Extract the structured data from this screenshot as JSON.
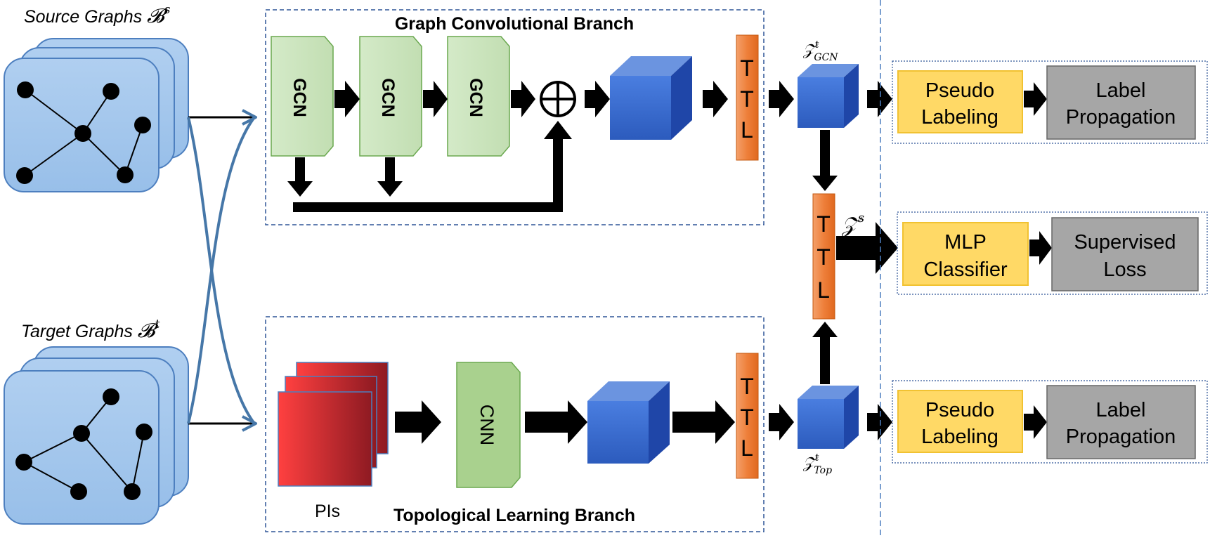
{
  "labels": {
    "source_graphs": "Source Graphs",
    "source_symbol": "𝓑",
    "source_sup": "s",
    "target_graphs": "Target Graphs",
    "target_symbol": "𝓑",
    "target_sup": "t",
    "gcn_branch_title": "Graph Convolutional Branch",
    "top_branch_title": "Topological Learning Branch",
    "pis": "PIs",
    "gcn1": "GCN",
    "gcn2": "GCN",
    "gcn3": "GCN",
    "cnn": "CNN",
    "sum_symbol": "⊕",
    "ttl_top": [
      "T",
      "T",
      "L"
    ],
    "ttl_mid": [
      "T",
      "T",
      "L"
    ],
    "ttl_bottom": [
      "T",
      "T",
      "L"
    ],
    "z_gcn_sym": "𝒵",
    "z_gcn_sup": "t",
    "z_gcn_sub": "GCN",
    "z_top_sym": "𝒵",
    "z_top_sup": "t",
    "z_top_sub": "Top",
    "z_s_sym": "𝒵",
    "z_s_sup": "s",
    "pseudo_top": [
      "Pseudo",
      "Labeling"
    ],
    "label_prop_top": [
      "Label",
      "Propagation"
    ],
    "mlp": [
      "MLP",
      "Classifier"
    ],
    "supervised": [
      "Supervised",
      "Loss"
    ],
    "pseudo_bottom": [
      "Pseudo",
      "Labeling"
    ],
    "label_prop_bottom": [
      "Label",
      "Propagation"
    ]
  },
  "colors": {
    "graph_card": "#a6c8ec",
    "graph_border": "#4d7fbf",
    "gcn_fill": "#cde5c0",
    "cnn_fill": "#a9d18e",
    "ttl_fill": "#ed7d31",
    "cube_fill": "#3f6fd1",
    "yellow_fill": "#ffd966",
    "gray_fill": "#a6a6a6",
    "pis_fill": "#e8303a"
  }
}
